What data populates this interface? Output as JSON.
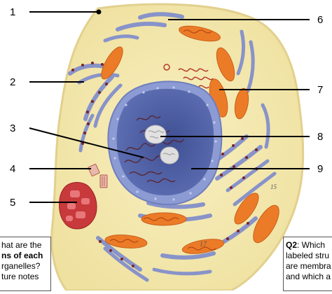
{
  "labels": [
    "1",
    "2",
    "3",
    "4",
    "5",
    "6",
    "7",
    "8",
    "9"
  ],
  "colors": {
    "cytoplasm": "#f6eab2",
    "cytoplasm_edge": "#e6d79a",
    "nucleus_envelope": "#8c9bd3",
    "nucleoplasm": "#4a5a9c",
    "chromatin": "#5a1e22",
    "nucleolus": "#e2e2e2",
    "mitochondria": "#ec7b27",
    "mito_inner": "#b84a14",
    "golgi_er": "#8893c9",
    "ribosome": "#7a2426",
    "lysosome": "#c8393b",
    "leader_line": "#000000"
  },
  "question_left": {
    "lines": [
      "hat are the",
      "ns of each",
      "rganelles?",
      "ture notes"
    ]
  },
  "question_right": {
    "label": "Q2",
    "first_line_rest": ": Which",
    "lines": [
      "labeled stru",
      "are membra",
      "and which a"
    ]
  },
  "model_tags": [
    "17",
    "15"
  ]
}
